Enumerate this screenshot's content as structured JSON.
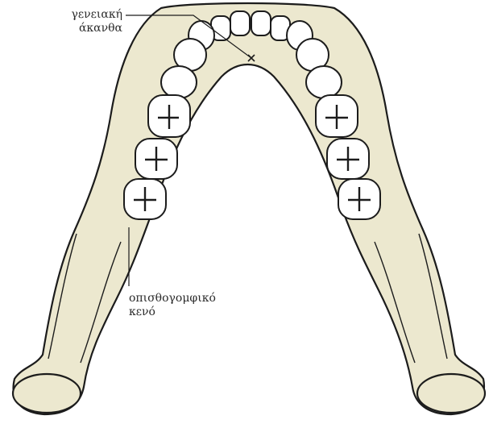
{
  "labels": {
    "genial_spine": {
      "line1": "γενειακή",
      "line2": "άκανθα"
    },
    "retromolar_space": {
      "line1": "οπισθογομφικό",
      "line2": "κενό"
    }
  },
  "colors": {
    "bone": "#ece8cf",
    "outline": "#1c1c1c",
    "tooth": "#ffffff",
    "background": "#ffffff"
  }
}
